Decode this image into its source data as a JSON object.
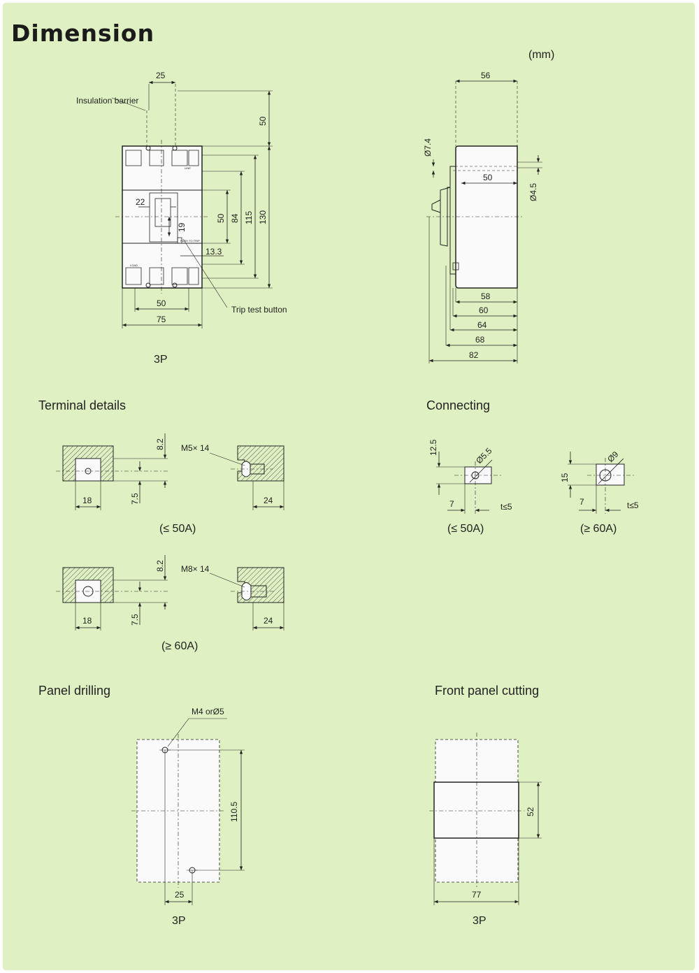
{
  "header": {
    "title": "Dimension",
    "unit": "(mm)"
  },
  "main_view": {
    "caption": "3P",
    "dims": {
      "barrier_pitch": "25",
      "barrier_height": "50",
      "handle_width": "22",
      "handle_travel": "19",
      "trip_offset": "13.3",
      "d50": "50",
      "d84": "84",
      "d115": "115",
      "d130": "130",
      "terminal_pitch": "50",
      "width": "75"
    },
    "labels": {
      "insulation_barrier": "Insulation barrier",
      "trip_test_button": "Trip test button",
      "line": "LINE",
      "load": "LOAD",
      "push": "PUSH TO TRIP"
    }
  },
  "side_view": {
    "dims": {
      "top_width": "56",
      "hole_large": "Ø7.4",
      "hole_small": "Ø4.5",
      "inner": "50",
      "d58": "58",
      "d60": "60",
      "d64": "64",
      "d68": "68",
      "d82": "82"
    }
  },
  "terminal": {
    "title": "Terminal details",
    "small": {
      "caption": "(≤  50A)",
      "h1": "8.2",
      "h2": "7.5",
      "w": "18",
      "screw": "M5× 14",
      "depth": "24"
    },
    "large": {
      "caption": "(≥ 60A)",
      "h1": "8.2",
      "h2": "7.5",
      "w": "18",
      "screw": "M8× 14",
      "depth": "24"
    }
  },
  "connecting": {
    "title": "Connecting",
    "small": {
      "caption": "(≤  50A)",
      "height": "12.5",
      "hole": "Ø5.5",
      "offset": "7",
      "thick": "t≤5"
    },
    "large": {
      "caption": "(≥ 60A)",
      "height": "15",
      "hole": "Ø9",
      "offset": "7",
      "thick": "t≤5"
    }
  },
  "panel_drilling": {
    "title": "Panel drilling",
    "caption": "3P",
    "hole": "M4 orØ5",
    "height": "110.5",
    "pitch": "25"
  },
  "front_panel_cutting": {
    "title": "Front panel cutting",
    "caption": "3P",
    "height": "52",
    "width": "77"
  },
  "colors": {
    "background": "#dff0c2",
    "line": "#222222",
    "hatch": "#555555"
  }
}
